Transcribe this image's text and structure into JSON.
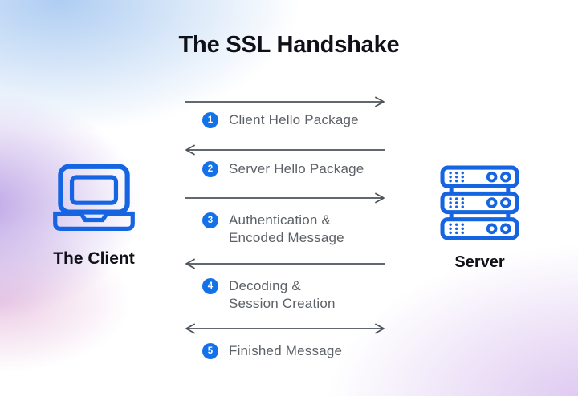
{
  "title": "The SSL Handshake",
  "client": {
    "label": "The Client"
  },
  "server": {
    "label": "Server"
  },
  "steps": [
    {
      "num": "1",
      "direction": "client-to-server",
      "lines": [
        "Client Hello Package"
      ]
    },
    {
      "num": "2",
      "direction": "server-to-client",
      "lines": [
        "Server Hello Package"
      ]
    },
    {
      "num": "3",
      "direction": "client-to-server",
      "lines": [
        "Authentication &",
        "Encoded Message"
      ]
    },
    {
      "num": "4",
      "direction": "server-to-client",
      "lines": [
        "Decoding &",
        "Session Creation"
      ]
    },
    {
      "num": "5",
      "direction": "bidirectional",
      "lines": [
        "Finished Message"
      ]
    }
  ],
  "colors": {
    "accent-blue": "#1565e2",
    "circle-blue": "#1372e8",
    "step-number-text": "#ffffff",
    "arrow-gray": "#4d535b",
    "label-gray": "#5c6167",
    "title-color": "#101018",
    "bg-blue": "#aecdf2",
    "bg-purple": "#bfa6e6",
    "bg-pink": "#eccbe4",
    "bg-lavender": "#dcc6f0"
  }
}
